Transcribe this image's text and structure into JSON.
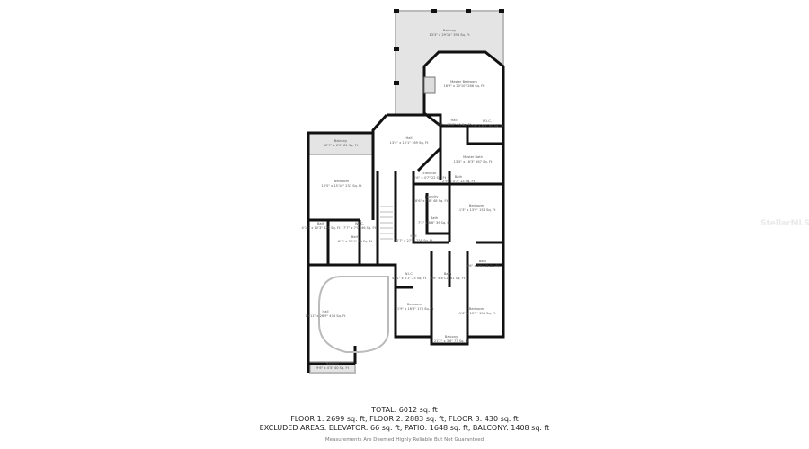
{
  "rooms": [
    {
      "name": "Balcony",
      "dims": "13'3\" x 29'11\" 396 Sq. Ft"
    },
    {
      "name": "Master Bedroom",
      "dims": "16'9\" x 20'10\" 286 Sq. Ft"
    },
    {
      "name": "Hall",
      "dims": "4'2\" x 2'10\" 16 Sq. Ft"
    },
    {
      "name": "W.I.C.",
      "dims": "7'4\" x 8'3\" 60 Sq. Ft"
    },
    {
      "name": "Balcony",
      "dims": "12'7\" x 6'5\" 81 Sq. Ft"
    },
    {
      "name": "Hall",
      "dims": "13'4\" x 15'1\" 169 Sq. Ft"
    },
    {
      "name": "Master Bath",
      "dims": "13'5\" x 16'3\" 167 Sq. Ft"
    },
    {
      "name": "Bedroom",
      "dims": "16'5\" x 15'10\" 231 Sq. Ft"
    },
    {
      "name": "Elevator",
      "dims": "4'6\" x 4'7\" 22 Sq. Ft"
    },
    {
      "name": "Bath",
      "dims": "2'9\" x 4'7\" 13 Sq. Ft"
    },
    {
      "name": "Laundry",
      "dims": "8'6\" x 7'8\" 48 Sq. Ft"
    },
    {
      "name": "Bedroom",
      "dims": "11'3\" x 13'9\" 151 Sq. Ft"
    },
    {
      "name": "Bath",
      "dims": "4'10\" x 10'3\" 120 Sq. Ft"
    },
    {
      "name": "W.I.C.",
      "dims": "7'7\" x 7'0\" 46 Sq. Ft"
    },
    {
      "name": "Bath",
      "dims": "7'3\" x 8'6\" 39 Sq. Ft"
    },
    {
      "name": "Bath",
      "dims": "6'7\" x 3'11\" 39 Sq. Ft"
    },
    {
      "name": "Hall",
      "dims": "10'7\" x 27'7\" 258 Sq. Ft"
    },
    {
      "name": "W.I.C.",
      "dims": "4'11\" x 6'1\" 25 Sq. Ft"
    },
    {
      "name": "Bath",
      "dims": "6'6\" x 8'11\" 51 Sq. Ft"
    },
    {
      "name": "Bath",
      "dims": "9'6\" x 9'6\" 88 Sq. Ft"
    },
    {
      "name": "Hall",
      "dims": "19'11\" x 26'9\" 474 Sq. Ft"
    },
    {
      "name": "Bedroom",
      "dims": "11'9\" x 16'3\" 178 Sq. Ft"
    },
    {
      "name": "Bedroom",
      "dims": "11'6\" x 13'9\" 156 Sq. Ft"
    },
    {
      "name": "Balcony",
      "dims": "21'2\" x 3'6\" 73 Sq. Ft"
    },
    {
      "name": "Balcony",
      "dims": "9'6\" x 4'3\" 40 Sq. Ft"
    }
  ],
  "summary": {
    "total": "TOTAL: 6012 sq. ft",
    "floors": "FLOOR 1: 2699 sq. ft, FLOOR 2: 2883 sq. ft, FLOOR 3: 430 sq. ft",
    "excluded": "EXCLUDED AREAS: ELEVATOR: 66 sq. ft, PATIO: 1648 sq. ft, BALCONY: 1408 sq. ft",
    "disclaimer": "Measurements Are Deemed Highly Reliable But Not Guaranteed"
  },
  "watermark": "StellarMLS"
}
